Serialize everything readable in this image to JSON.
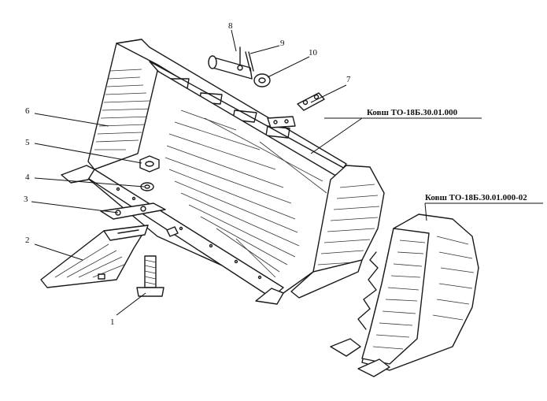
{
  "labels": {
    "main_bucket": "Ковш ТО-18Б.30.01.000",
    "alt_bucket": "Ковш ТО-18Б.30.01.000-02"
  },
  "callouts": [
    {
      "id": "1",
      "text": "1"
    },
    {
      "id": "2",
      "text": "2"
    },
    {
      "id": "3",
      "text": "3"
    },
    {
      "id": "4",
      "text": "4"
    },
    {
      "id": "5",
      "text": "5"
    },
    {
      "id": "6",
      "text": "6"
    },
    {
      "id": "7",
      "text": "7"
    },
    {
      "id": "8",
      "text": "8"
    },
    {
      "id": "9",
      "text": "9"
    },
    {
      "id": "10",
      "text": "10"
    }
  ]
}
